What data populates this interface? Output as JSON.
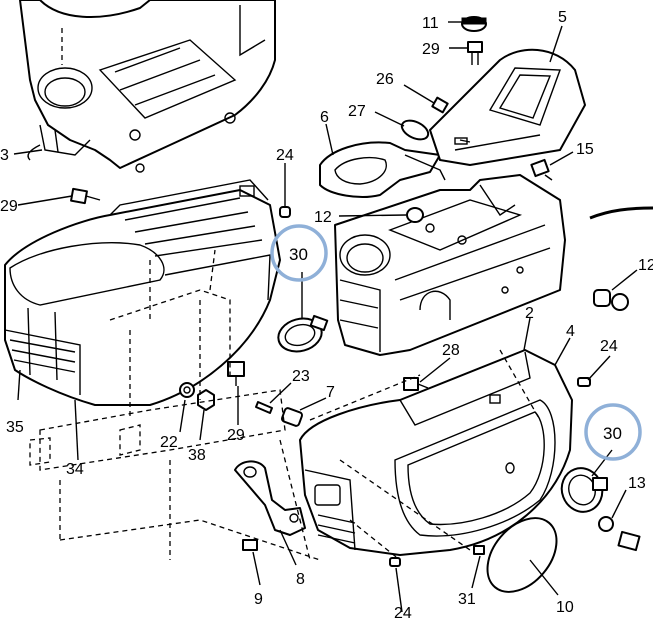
{
  "callouts": {
    "c1": "11",
    "c2": "5",
    "c3": "29",
    "c4": "26",
    "c5": "27",
    "c6": "6",
    "c7": "15",
    "c8": "24",
    "c9": "3",
    "c10": "29",
    "c11": "12",
    "c12": "30",
    "c13": "12",
    "c14": "2",
    "c15": "4",
    "c16": "28",
    "c17": "24",
    "c18": "23",
    "c19": "7",
    "c20": "35",
    "c21": "22",
    "c22": "38",
    "c23": "29",
    "c24": "34",
    "c25": "30",
    "c26": "13",
    "c27": "9",
    "c28": "8",
    "c29": "31",
    "c30": "10",
    "c31": "24"
  },
  "highlight": {
    "color": "#8fb0d8"
  }
}
